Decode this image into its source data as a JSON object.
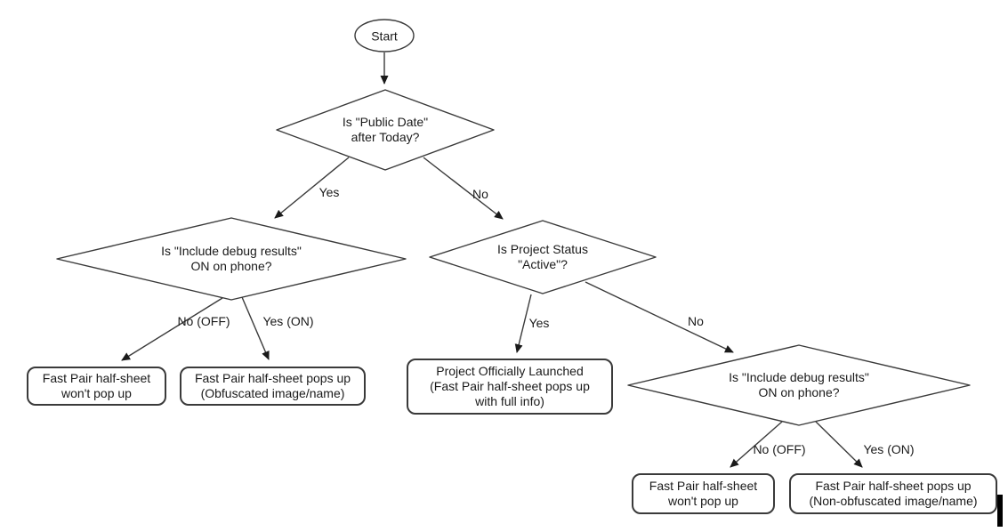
{
  "diagram": {
    "start": {
      "label": "Start"
    },
    "decisions": {
      "public_date": {
        "lines": [
          "Is \"Public Date\"",
          "after Today?"
        ]
      },
      "debug_left": {
        "lines": [
          "Is \"Include debug results\"",
          "ON on phone?"
        ]
      },
      "project_status": {
        "lines": [
          "Is Project Status",
          "\"Active\"?"
        ]
      },
      "debug_right": {
        "lines": [
          "Is \"Include debug results\"",
          "ON on phone?"
        ]
      }
    },
    "outcomes": {
      "no_popup_left": {
        "lines": [
          "Fast Pair half-sheet",
          "won't pop up"
        ]
      },
      "obfuscated": {
        "lines": [
          "Fast Pair half-sheet pops up",
          "(Obfuscated image/name)"
        ]
      },
      "launched": {
        "lines": [
          "Project Officially Launched",
          "(Fast Pair half-sheet pops up",
          "with full info)"
        ]
      },
      "no_popup_right": {
        "lines": [
          "Fast Pair half-sheet",
          "won't pop up"
        ]
      },
      "non_obfuscated": {
        "lines": [
          "Fast Pair half-sheet pops up",
          "(Non-obfuscated image/name)"
        ]
      }
    },
    "edge_labels": {
      "public_date_yes": "Yes",
      "public_date_no": "No",
      "debug_left_no": "No (OFF)",
      "debug_left_yes": "Yes (ON)",
      "project_status_yes": "Yes",
      "project_status_no": "No",
      "debug_right_no": "No (OFF)",
      "debug_right_yes": "Yes (ON)"
    },
    "colors": {
      "line": "#3a3a3a",
      "text": "#1a1a1a",
      "background": "#ffffff"
    }
  }
}
